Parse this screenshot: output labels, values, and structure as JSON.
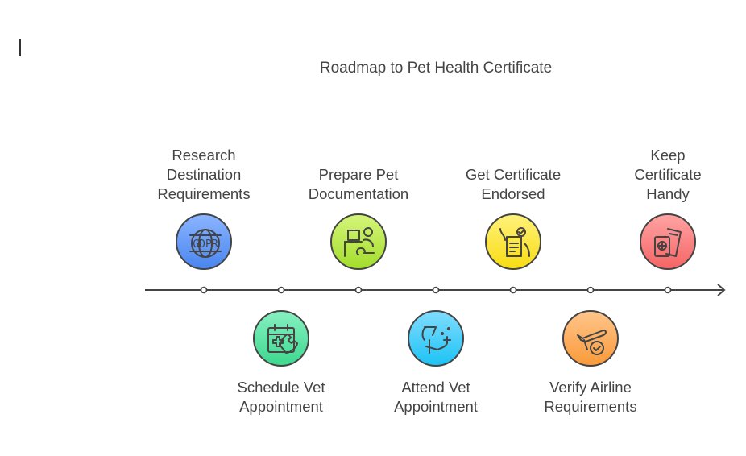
{
  "title": "Roadmap to Pet Health Certificate",
  "steps": [
    {
      "lines": [
        "Research",
        "Destination",
        "Requirements"
      ],
      "position": "top",
      "icon": "gdpr-globe-icon",
      "colors": [
        "#8ab4ff",
        "#4a86f0"
      ]
    },
    {
      "lines": [
        "Schedule Vet",
        "Appointment"
      ],
      "position": "bottom",
      "icon": "medical-calendar-phone-icon",
      "colors": [
        "#86f0c0",
        "#3ed88f"
      ]
    },
    {
      "lines": [
        "Prepare Pet",
        "Documentation"
      ],
      "position": "top",
      "icon": "desk-person-icon",
      "colors": [
        "#d4f57a",
        "#a4dd2c"
      ]
    },
    {
      "lines": [
        "Attend Vet",
        "Appointment"
      ],
      "position": "bottom",
      "icon": "vet-examination-icon",
      "colors": [
        "#7fdcff",
        "#1ec3f4"
      ]
    },
    {
      "lines": [
        "Get Certificate",
        "Endorsed"
      ],
      "position": "top",
      "icon": "endorsed-document-icon",
      "colors": [
        "#fff27a",
        "#f8dc14"
      ]
    },
    {
      "lines": [
        "Verify Airline",
        "Requirements"
      ],
      "position": "bottom",
      "icon": "plane-check-icon",
      "colors": [
        "#ffc58a",
        "#fa9a3a"
      ]
    },
    {
      "lines": [
        "Keep",
        "Certificate",
        "Handy"
      ],
      "position": "top",
      "icon": "passport-ticket-icon",
      "colors": [
        "#ffa3a3",
        "#f56565"
      ]
    }
  ]
}
